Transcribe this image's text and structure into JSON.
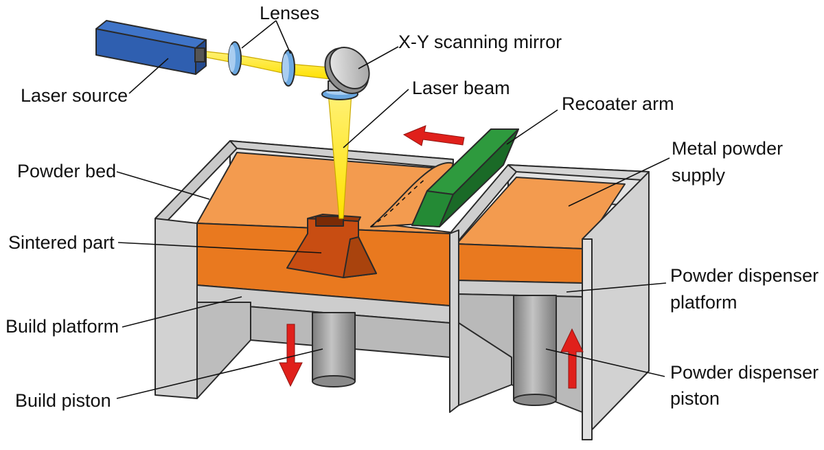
{
  "labels": {
    "lenses": "Lenses",
    "xy_mirror": "X-Y scanning mirror",
    "laser_source": "Laser source",
    "laser_beam": "Laser beam",
    "recoater_arm": "Recoater arm",
    "powder_bed": "Powder bed",
    "metal_powder_supply_line1": "Metal powder",
    "metal_powder_supply_line2": "supply",
    "sintered_part": "Sintered part",
    "powder_dispenser_platform_line1": "Powder dispenser",
    "powder_dispenser_platform_line2": "platform",
    "build_platform": "Build platform",
    "build_piston": "Build piston",
    "powder_dispenser_piston_line1": "Powder dispenser",
    "powder_dispenser_piston_line2": "piston"
  },
  "colors": {
    "powder_top": "#f39b4f",
    "powder_side": "#e9791f",
    "sintered_part": "#c84d12",
    "wall": "#d2d2d2",
    "wall_dark": "#a9a9a9",
    "recoater": "#2e9a3e",
    "laser": "#ffe500",
    "laser_source": "#2f5fb0",
    "lens": "#6aa7e0",
    "arrow": "#e0201b",
    "piston": "#9e9e9e"
  }
}
